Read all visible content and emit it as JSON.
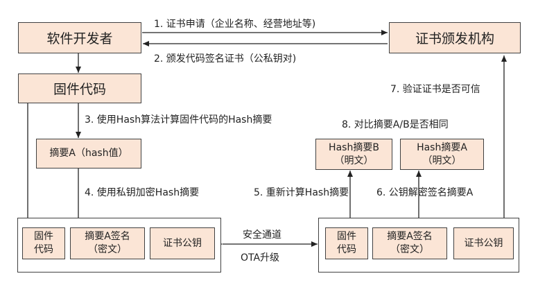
{
  "nodes": {
    "developer": "软件开发者",
    "ca": "证书颁发机构",
    "firmware": "固件代码",
    "digest_a": "摘要A（hash值）",
    "hash_b_line1": "Hash摘要B",
    "hash_b_line2": "（明文）",
    "hash_a_line1": "Hash摘要A",
    "hash_a_line2": "（明文）",
    "left_fw_line1": "固件",
    "left_fw_line2": "代码",
    "left_sig_line1": "摘要A签名",
    "left_sig_line2": "（密文）",
    "left_cert": "证书公钥",
    "right_fw_line1": "固件",
    "right_fw_line2": "代码",
    "right_sig_line1": "摘要A签名",
    "right_sig_line2": "（密文）",
    "right_cert": "证书公钥"
  },
  "steps": {
    "s1": "1. 证书申请（企业名称、经营地址等)",
    "s2": "2. 颁发代码签名证书（公私钥对)",
    "s3": "3. 使用Hash算法计算固件代码的Hash摘要",
    "s4": "4. 使用私钥加密Hash摘要",
    "s5": "5. 重新计算Hash摘要",
    "s6": "6. 公钥解密签名摘要A",
    "s7": "7. 验证证书是否可信",
    "s8": "8. 对比摘要A/B是否相同"
  },
  "channel": {
    "top": "安全通道",
    "bottom": "OTA升级"
  }
}
